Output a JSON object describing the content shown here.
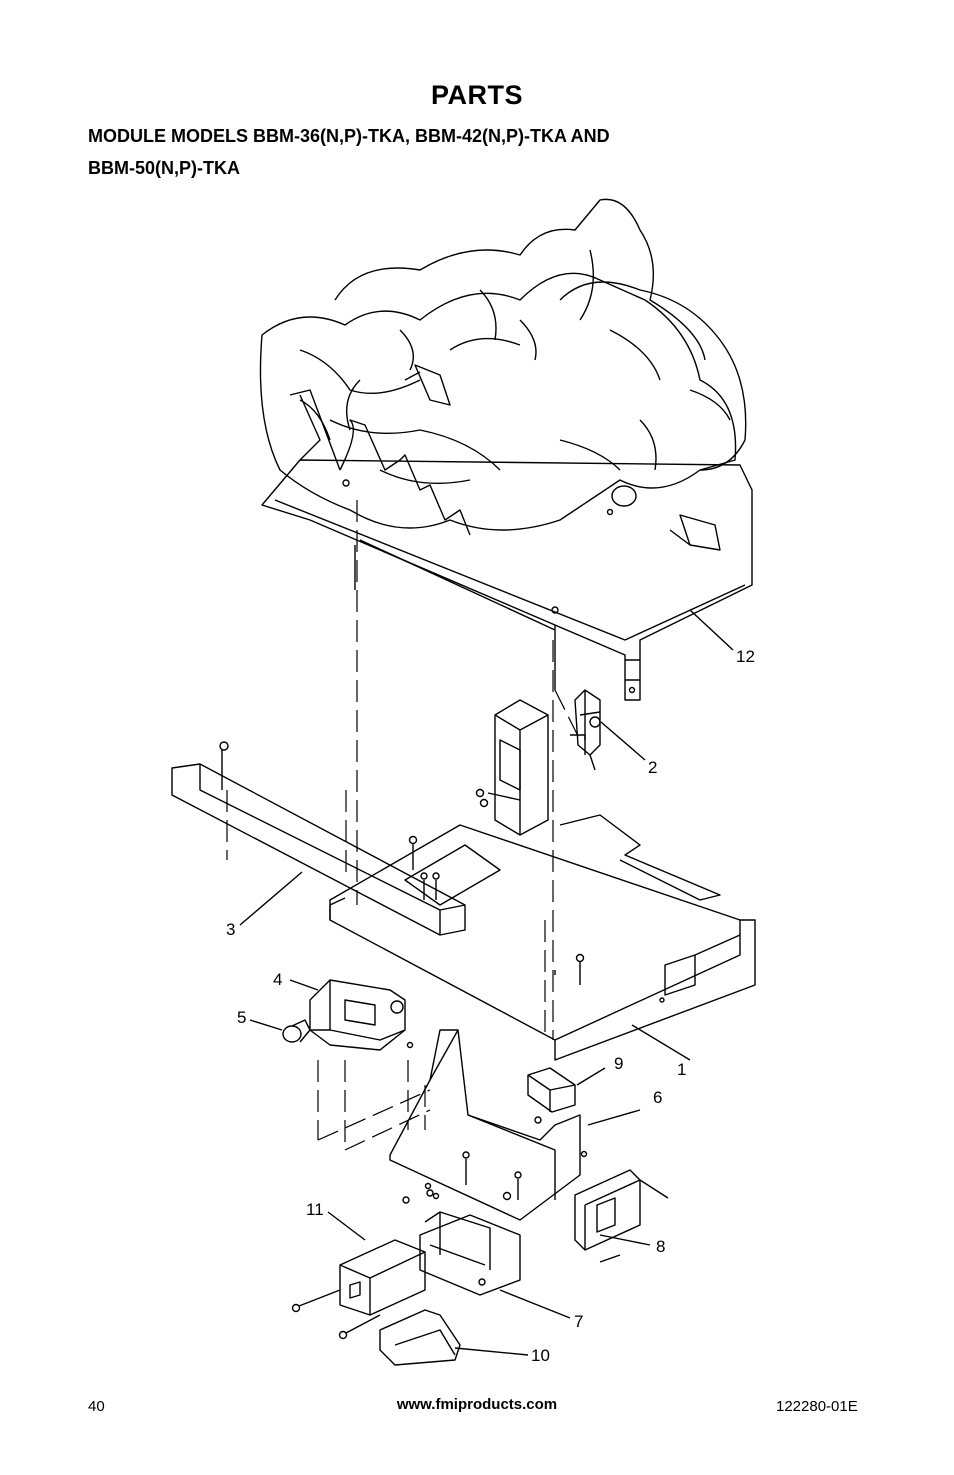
{
  "header": {
    "title": "PARTS",
    "subtitle_line1": "MODULE MODELS BBM-36(N,P)-TKA, BBM-42(N,P)-TKA AND",
    "subtitle_line2": "BBM-50(N,P)-TKA"
  },
  "callouts": [
    "1",
    "2",
    "3",
    "4",
    "5",
    "6",
    "7",
    "8",
    "9",
    "10",
    "11",
    "12"
  ],
  "footer": {
    "page_number": "40",
    "website": "www.fmiproducts.com",
    "doc_number": "122280-01E"
  }
}
